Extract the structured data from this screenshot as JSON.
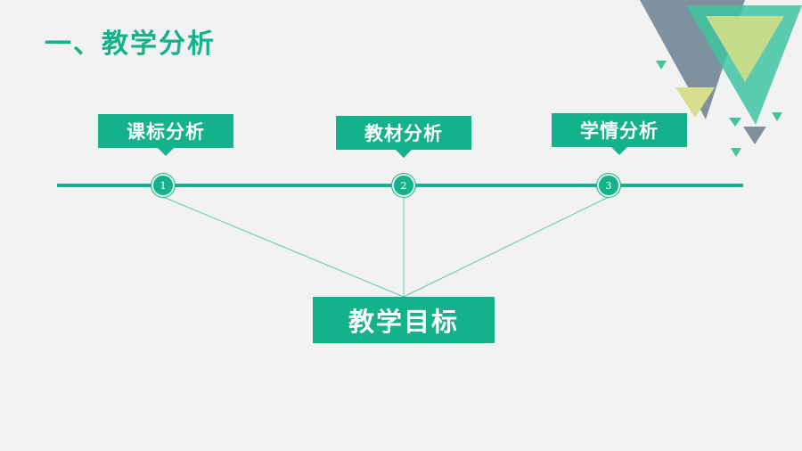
{
  "title": "一、教学分析",
  "steps": [
    {
      "label": "课标分析",
      "number": "1"
    },
    {
      "label": "教材分析",
      "number": "2"
    },
    {
      "label": "学情分析",
      "number": "3"
    }
  ],
  "goal": "教学目标",
  "colors": {
    "accent": "#13b28b",
    "slate": "#7f909e",
    "lime": "#c5dc8a",
    "teal": "#3fc4a0",
    "background": "#f2f2f2"
  }
}
